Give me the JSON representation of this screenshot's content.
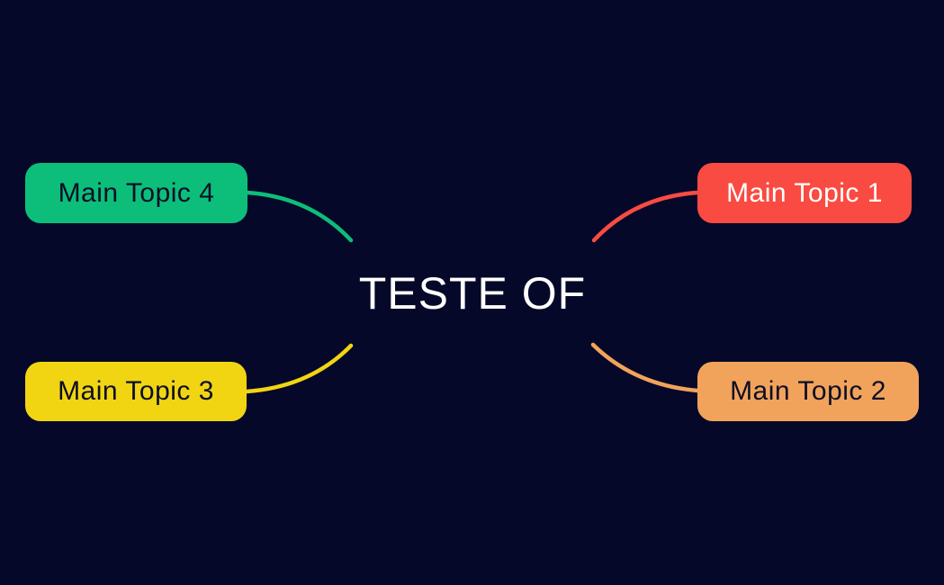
{
  "app": {
    "type": "mindmap",
    "background_color": "#060829"
  },
  "central_topic": {
    "label": "TESTE OF",
    "text_color": "#ffffff"
  },
  "nodes": [
    {
      "label": "Main Topic 1",
      "color": "#f94b42",
      "text_color": "#ffffff",
      "position": "top-right"
    },
    {
      "label": "Main Topic 2",
      "color": "#f2a35b",
      "text_color": "#0b0e26",
      "position": "bottom-right"
    },
    {
      "label": "Main Topic 3",
      "color": "#f1d513",
      "text_color": "#0b0e26",
      "position": "bottom-left"
    },
    {
      "label": "Main Topic 4",
      "color": "#0cbe7a",
      "text_color": "#0b0e26",
      "position": "top-left"
    }
  ],
  "connectors": [
    {
      "from": "central",
      "to": "Main Topic 1",
      "color": "#f94b42"
    },
    {
      "from": "central",
      "to": "Main Topic 2",
      "color": "#f2a35b"
    },
    {
      "from": "central",
      "to": "Main Topic 3",
      "color": "#f1d513"
    },
    {
      "from": "central",
      "to": "Main Topic 4",
      "color": "#0cbe7a"
    }
  ]
}
